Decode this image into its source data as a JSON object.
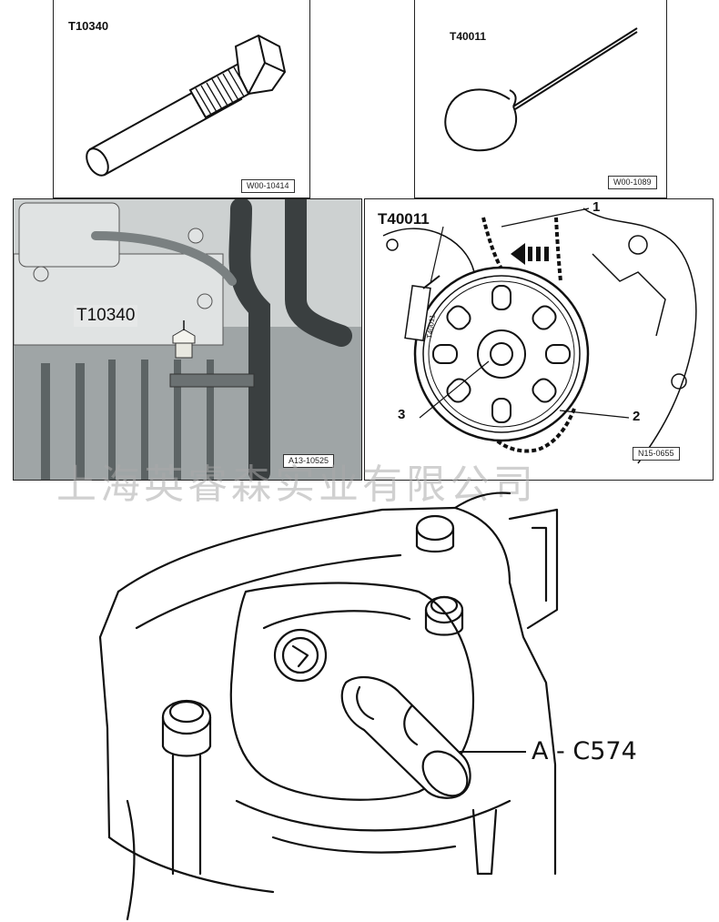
{
  "panels": {
    "t10340_tool": {
      "label": "T10340",
      "code": "W00-10414"
    },
    "t40011_tool": {
      "label": "T40011",
      "code": "W00-1089"
    },
    "engine_photo": {
      "callout": "T10340",
      "code": "A13-10525"
    },
    "crank_photo": {
      "callout": "T40011",
      "code": "N15-0655",
      "tag_text": "T40011",
      "numbers": [
        "1",
        "2",
        "3"
      ]
    },
    "c574_drawing": {
      "callout": "A - C574"
    }
  },
  "watermark": "上海英睿森实业有限公司"
}
